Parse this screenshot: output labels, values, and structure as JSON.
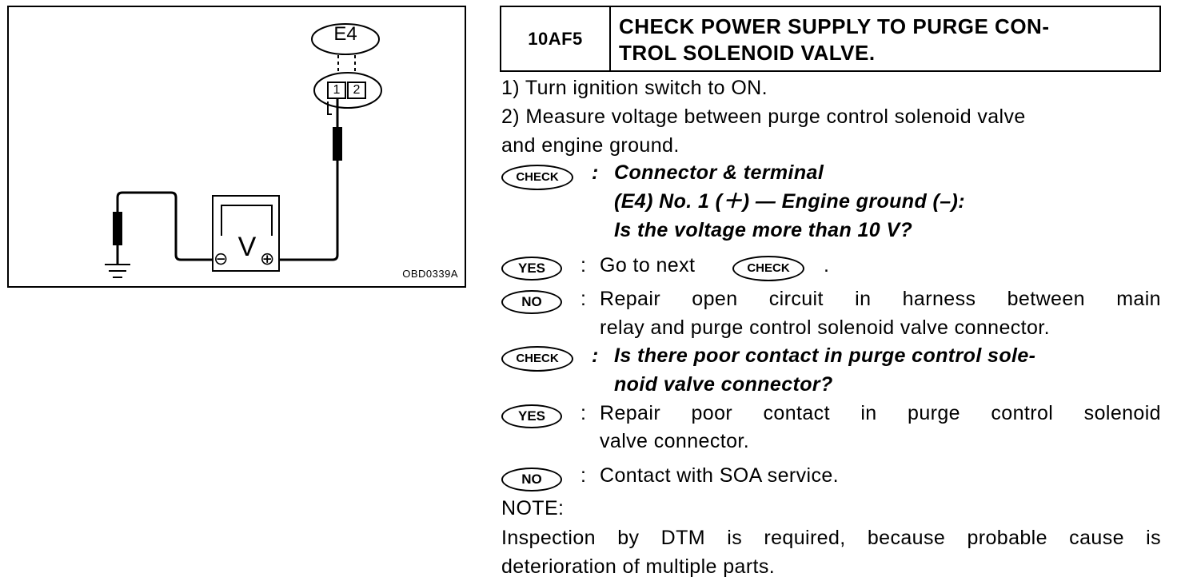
{
  "diagram": {
    "connector_label": "E4",
    "pin1": "1",
    "pin2": "2",
    "meter_symbol": "V",
    "minus_symbol": "⊖",
    "plus_symbol": "⊕",
    "figure_code": "OBD0339A"
  },
  "header": {
    "code": "10AF5",
    "title_line1": "CHECK POWER SUPPLY TO PURGE CON-",
    "title_line2": "TROL SOLENOID VALVE."
  },
  "steps": {
    "step1": "1)  Turn ignition switch to ON.",
    "step2_line1": "2)  Measure voltage between purge control solenoid valve",
    "step2_line2": "and engine ground."
  },
  "badges": {
    "check": "CHECK",
    "yes": "YES",
    "no": "NO"
  },
  "check1": {
    "colon": ":",
    "line1": "Connector & terminal",
    "line2": "(E4) No. 1 (＋) — Engine ground (–):",
    "line3": "Is the voltage more than 10 V?"
  },
  "yes1": {
    "colon": ":",
    "text": "Go to next",
    "end": "."
  },
  "no1": {
    "colon": ":",
    "line1": "Repair open circuit in harness between main",
    "line2": "relay and purge control solenoid valve connector."
  },
  "check2": {
    "colon": ":",
    "line1": "Is there poor contact in purge control sole-",
    "line2": "noid valve connector?"
  },
  "yes2": {
    "colon": ":",
    "line1": "Repair poor contact in purge control solenoid",
    "line2": "valve connector."
  },
  "no2": {
    "colon": ":",
    "text": "Contact with SOA service."
  },
  "note": {
    "label": "NOTE:",
    "line1": "Inspection by DTM is required, because probable cause is",
    "line2": "deterioration of multiple parts."
  }
}
